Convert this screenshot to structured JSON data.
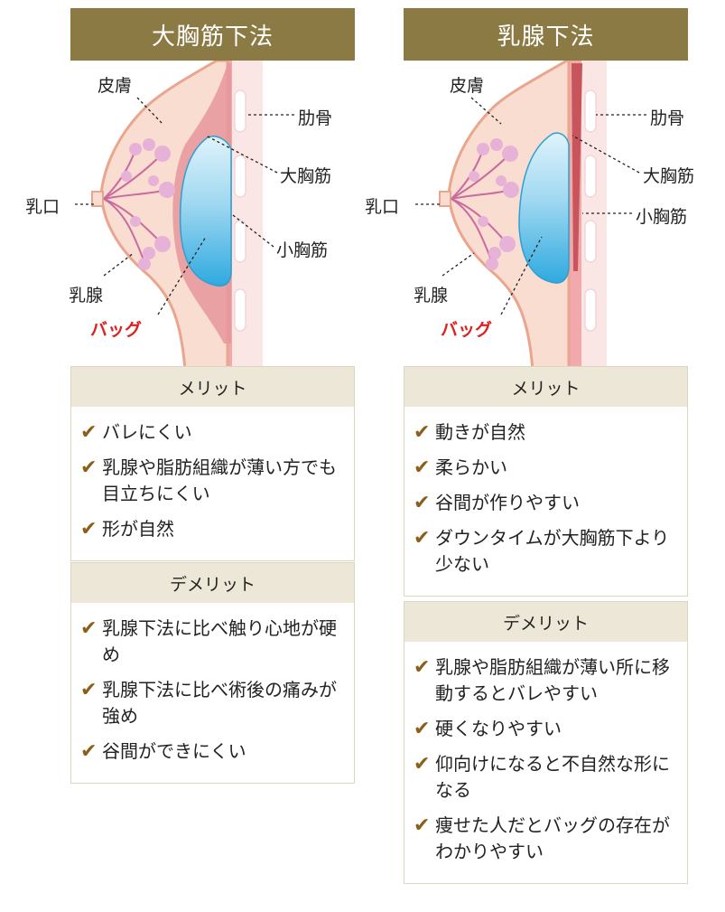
{
  "left": {
    "title": "大胸筋下法",
    "labels": {
      "skin": "皮膚",
      "rib": "肋骨",
      "pec_major": "大胸筋",
      "pec_minor": "小胸筋",
      "nipple": "乳口",
      "mammary": "乳腺",
      "bag": "バッグ"
    },
    "merit_heading": "メリット",
    "merits": [
      "バレにくい",
      "乳腺や脂肪組織が薄い方でも目立ちにくい",
      "形が自然"
    ],
    "demerit_heading": "デメリット",
    "demerits": [
      "乳腺下法に比べ触り心地が硬め",
      "乳腺下法に比べ術後の痛みが強め",
      "谷間ができにくい"
    ]
  },
  "right": {
    "title": "乳腺下法",
    "labels": {
      "skin": "皮膚",
      "rib": "肋骨",
      "pec_major": "大胸筋",
      "pec_minor": "小胸筋",
      "nipple": "乳口",
      "mammary": "乳腺",
      "bag": "バッグ"
    },
    "merit_heading": "メリット",
    "merits": [
      "動きが自然",
      "柔らかい",
      "谷間が作りやすい",
      "ダウンタイムが大胸筋下より少ない"
    ],
    "demerit_heading": "デメリット",
    "demerits": [
      "乳腺や脂肪組織が薄い所に移動するとバレやすい",
      "硬くなりやすい",
      "仰向けになると不自然な形になる",
      "痩せた人だとバッグの存在がわかりやすい"
    ]
  },
  "check_mark": "✔",
  "colors": {
    "banner": "#8c7a45",
    "panel_header": "#ece7d6",
    "check": "#8b5e1a",
    "bag_label": "#e01f1f",
    "skin_fill": "#f7dcd0",
    "muscle": "#e08f94",
    "implant": "#4fb9e8"
  }
}
